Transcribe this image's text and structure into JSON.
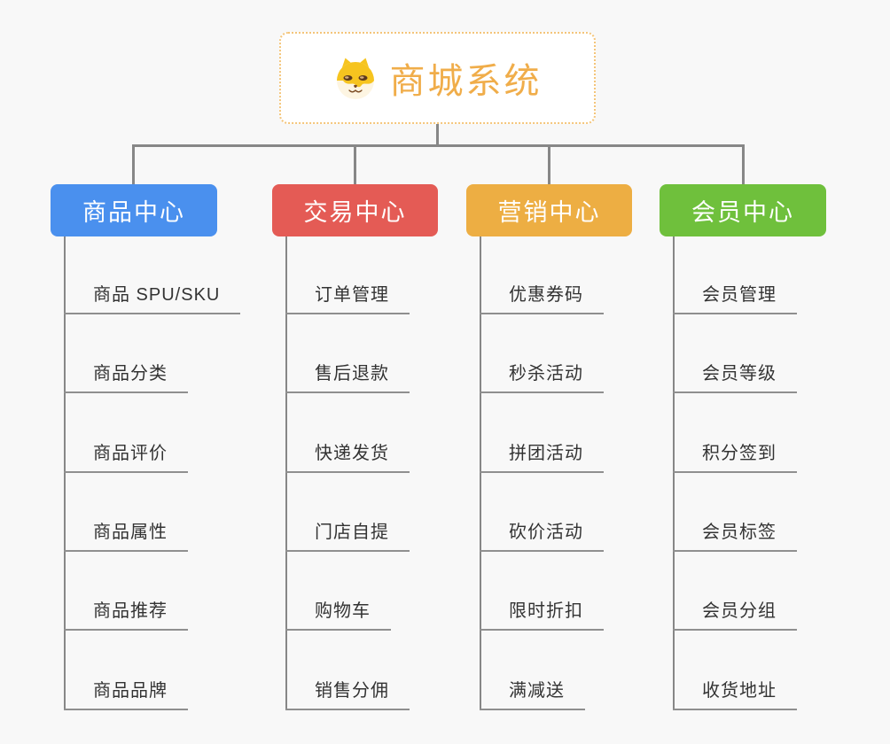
{
  "colors": {
    "background": "#f8f8f8",
    "line": "#878787",
    "underline": "#8f8f8f",
    "leaf_text": "#333333",
    "branch_text": "#ffffff",
    "root_title": "#f0ad4a",
    "root_border": "#f4c57a"
  },
  "root": {
    "title": "商城系统",
    "icon": "shiba-dog-icon"
  },
  "branches": [
    {
      "label": "商品中心",
      "color": "#4a90ee",
      "items": [
        "商品 SPU/SKU",
        "商品分类",
        "商品评价",
        "商品属性",
        "商品推荐",
        "商品品牌"
      ]
    },
    {
      "label": "交易中心",
      "color": "#e45b55",
      "items": [
        "订单管理",
        "售后退款",
        "快递发货",
        "门店自提",
        "购物车",
        "销售分佣"
      ]
    },
    {
      "label": "营销中心",
      "color": "#edae43",
      "items": [
        "优惠券码",
        "秒杀活动",
        "拼团活动",
        "砍价活动",
        "限时折扣",
        "满减送"
      ]
    },
    {
      "label": "会员中心",
      "color": "#6fc03c",
      "items": [
        "会员管理",
        "会员等级",
        "积分签到",
        "会员标签",
        "会员分组",
        "收货地址"
      ]
    }
  ]
}
